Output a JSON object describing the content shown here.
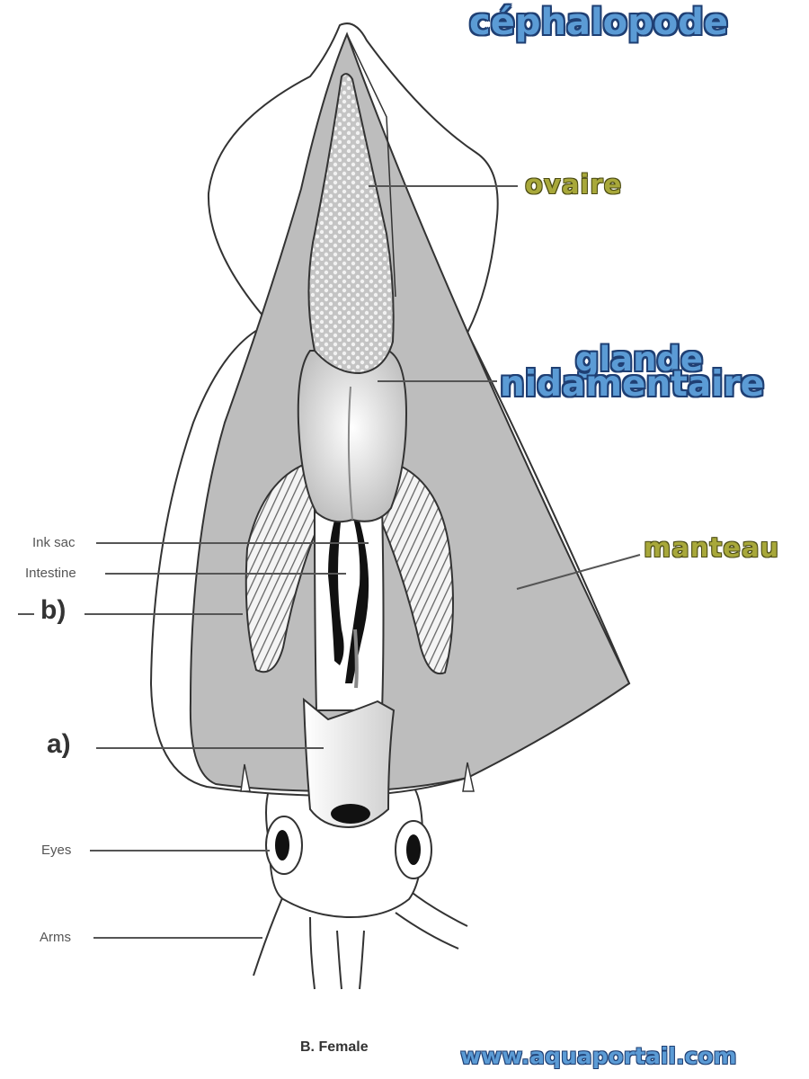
{
  "title": "céphalopode",
  "labels": {
    "ovaire": "ovaire",
    "glande_line1": "glande",
    "glande_line2": "nidamentaire",
    "manteau": "manteau",
    "ink_sac": "Ink sac",
    "intestine": "Intestine",
    "b": "b)",
    "a": "a)",
    "eyes": "Eyes",
    "arms": "Arms"
  },
  "caption": "B. Female",
  "website": "www.aquaportail.com",
  "colors": {
    "title_fill": "#5b9bd5",
    "title_outline": "#1f3f73",
    "olive_label": "#a8a83a",
    "mantle_gray": "#bdbdbd",
    "outline": "#333333"
  }
}
